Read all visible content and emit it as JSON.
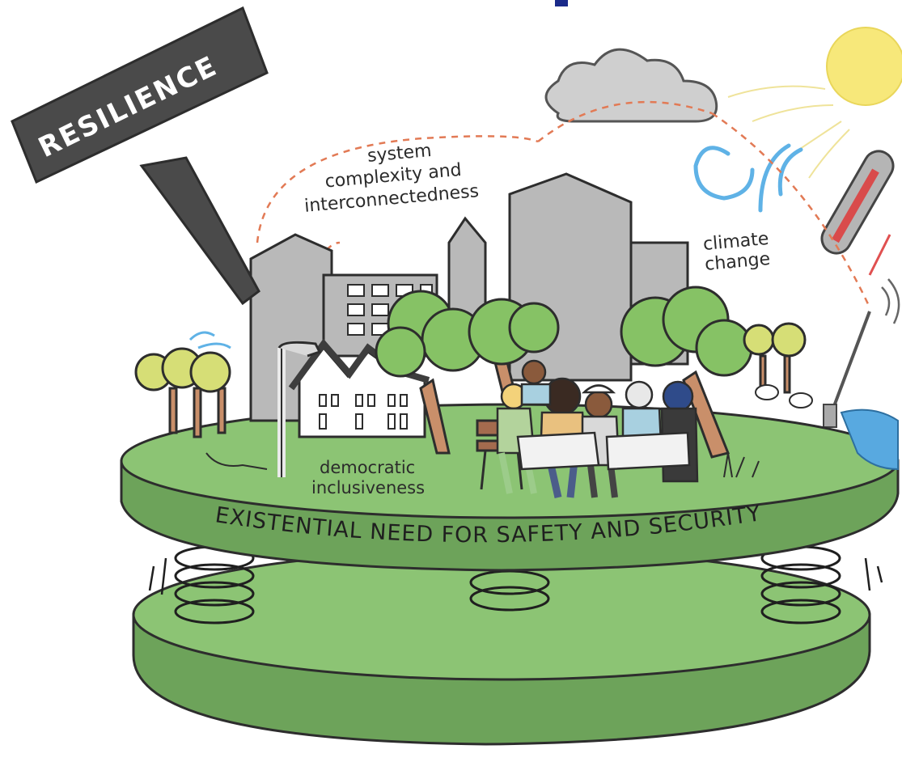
{
  "sign": {
    "text": "RESILIENCE"
  },
  "labels": {
    "system": [
      "system",
      "complexity and",
      "interconnectedness"
    ],
    "climate": [
      "climate",
      "change"
    ],
    "democratic": [
      "democratic",
      "inclusiveness"
    ]
  },
  "platform": {
    "band_text": "EXISTENTIAL NEED FOR SAFETY AND SECURITY"
  },
  "colors": {
    "platform_green": "#7fb56a",
    "platform_dark": "#5a8f4a",
    "grass": "#8cc474",
    "building_gray": "#b9b9b9",
    "tree_green": "#86c265",
    "tree_yellow": "#d6de76",
    "sun": "#f7e87a",
    "sign_dark": "#4a4a4a",
    "dash_orange": "#e27a55",
    "water": "#58a9e0"
  }
}
